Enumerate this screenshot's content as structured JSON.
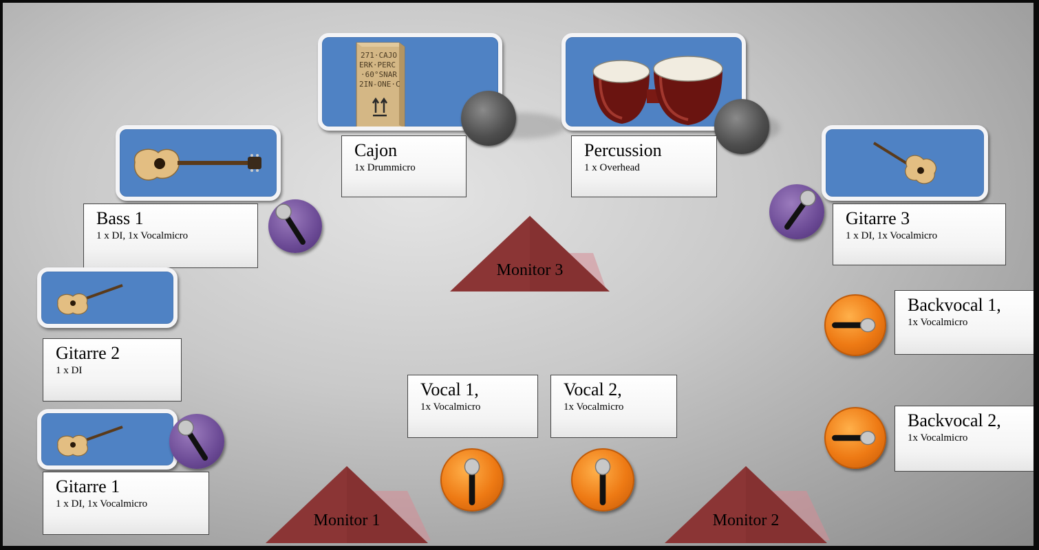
{
  "stations": {
    "cajon": {
      "name": "Cajon",
      "detail": "1x Drummicro",
      "icon": "cajon-icon"
    },
    "percussion": {
      "name": "Percussion",
      "detail": "1 x Overhead",
      "icon": "bongo-drums-icon"
    },
    "bass1": {
      "name": "Bass 1",
      "detail": "1 x DI, 1x Vocalmicro",
      "icon": "bass-guitar-icon"
    },
    "gitarre3": {
      "name": "Gitarre 3",
      "detail": "1 x DI, 1x Vocalmicro",
      "icon": "acoustic-guitar-icon"
    },
    "gitarre2": {
      "name": "Gitarre 2",
      "detail": "1 x DI",
      "icon": "acoustic-guitar-icon"
    },
    "gitarre1": {
      "name": "Gitarre 1",
      "detail": "1 x DI, 1x Vocalmicro",
      "icon": "acoustic-guitar-icon"
    },
    "backvocal1": {
      "name": "Backvocal 1,",
      "detail": "1x Vocalmicro",
      "icon": "microphone-icon"
    },
    "backvocal2": {
      "name": "Backvocal 2,",
      "detail": "1x Vocalmicro",
      "icon": "microphone-icon"
    },
    "vocal1": {
      "name": "Vocal 1,",
      "detail": "1x Vocalmicro",
      "icon": "microphone-icon"
    },
    "vocal2": {
      "name": "Vocal 2,",
      "detail": "1x Vocalmicro",
      "icon": "microphone-icon"
    }
  },
  "monitors": {
    "m1": "Monitor 1",
    "m2": "Monitor 2",
    "m3": "Monitor 3"
  },
  "colors": {
    "instrument_panel": "#4f82c4",
    "mic_purple": "#6b4a95",
    "mic_orange": "#ee7a14",
    "monitor": "#8b3535",
    "background": "#c9c9c9"
  }
}
